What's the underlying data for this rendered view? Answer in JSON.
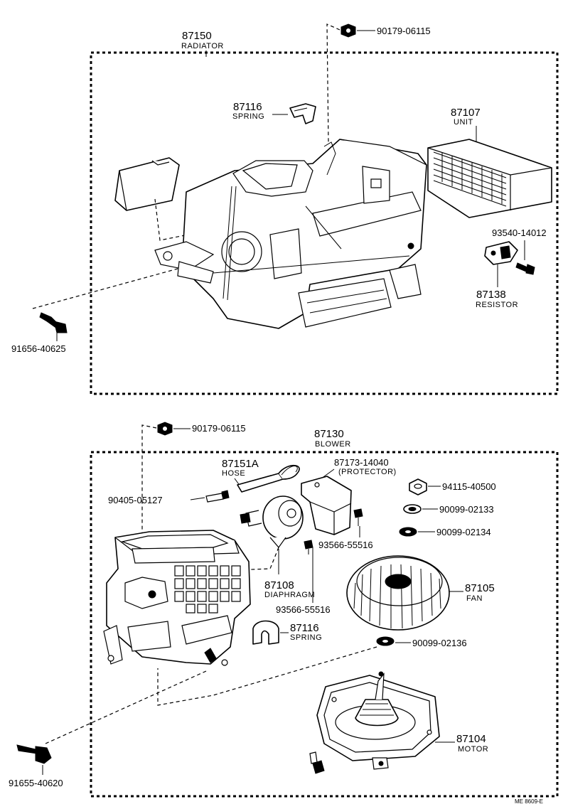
{
  "top_group": {
    "part_no": "87150",
    "caption": "RADIATOR",
    "labels": {
      "nut_top": "90179-06115",
      "spring": "87116",
      "spring_caption": "SPRING",
      "unit": "87107",
      "unit_caption": "UNIT",
      "screw_resistor": "93540-14012",
      "resistor": "87138",
      "resistor_caption": "RESISTOR",
      "bolt_left": "91656-40625"
    }
  },
  "bottom_group": {
    "part_no": "87130",
    "caption": "BLOWER",
    "labels": {
      "nut_top": "90179-06115",
      "hose": "87151A",
      "hose_caption": "HOSE",
      "protector": "87173-14040",
      "protector_caption": "(PROTECTOR)",
      "nut": "94115-40500",
      "washer_1": "90099-02133",
      "washer_2": "90099-02134",
      "fitting": "90405-05127",
      "screw_1": "93566-55516",
      "diaphragm": "87108",
      "diaphragm_caption": "DIAPHRAGM",
      "screw_2": "93566-55516",
      "fan": "87105",
      "fan_caption": "FAN",
      "spring": "87116",
      "spring_caption": "SPRING",
      "washer_3": "90099-02136",
      "motor": "87104",
      "motor_caption": "MOTOR",
      "bolt_left": "91655-40620"
    }
  },
  "footer": {
    "code": "ME  8609-E"
  }
}
